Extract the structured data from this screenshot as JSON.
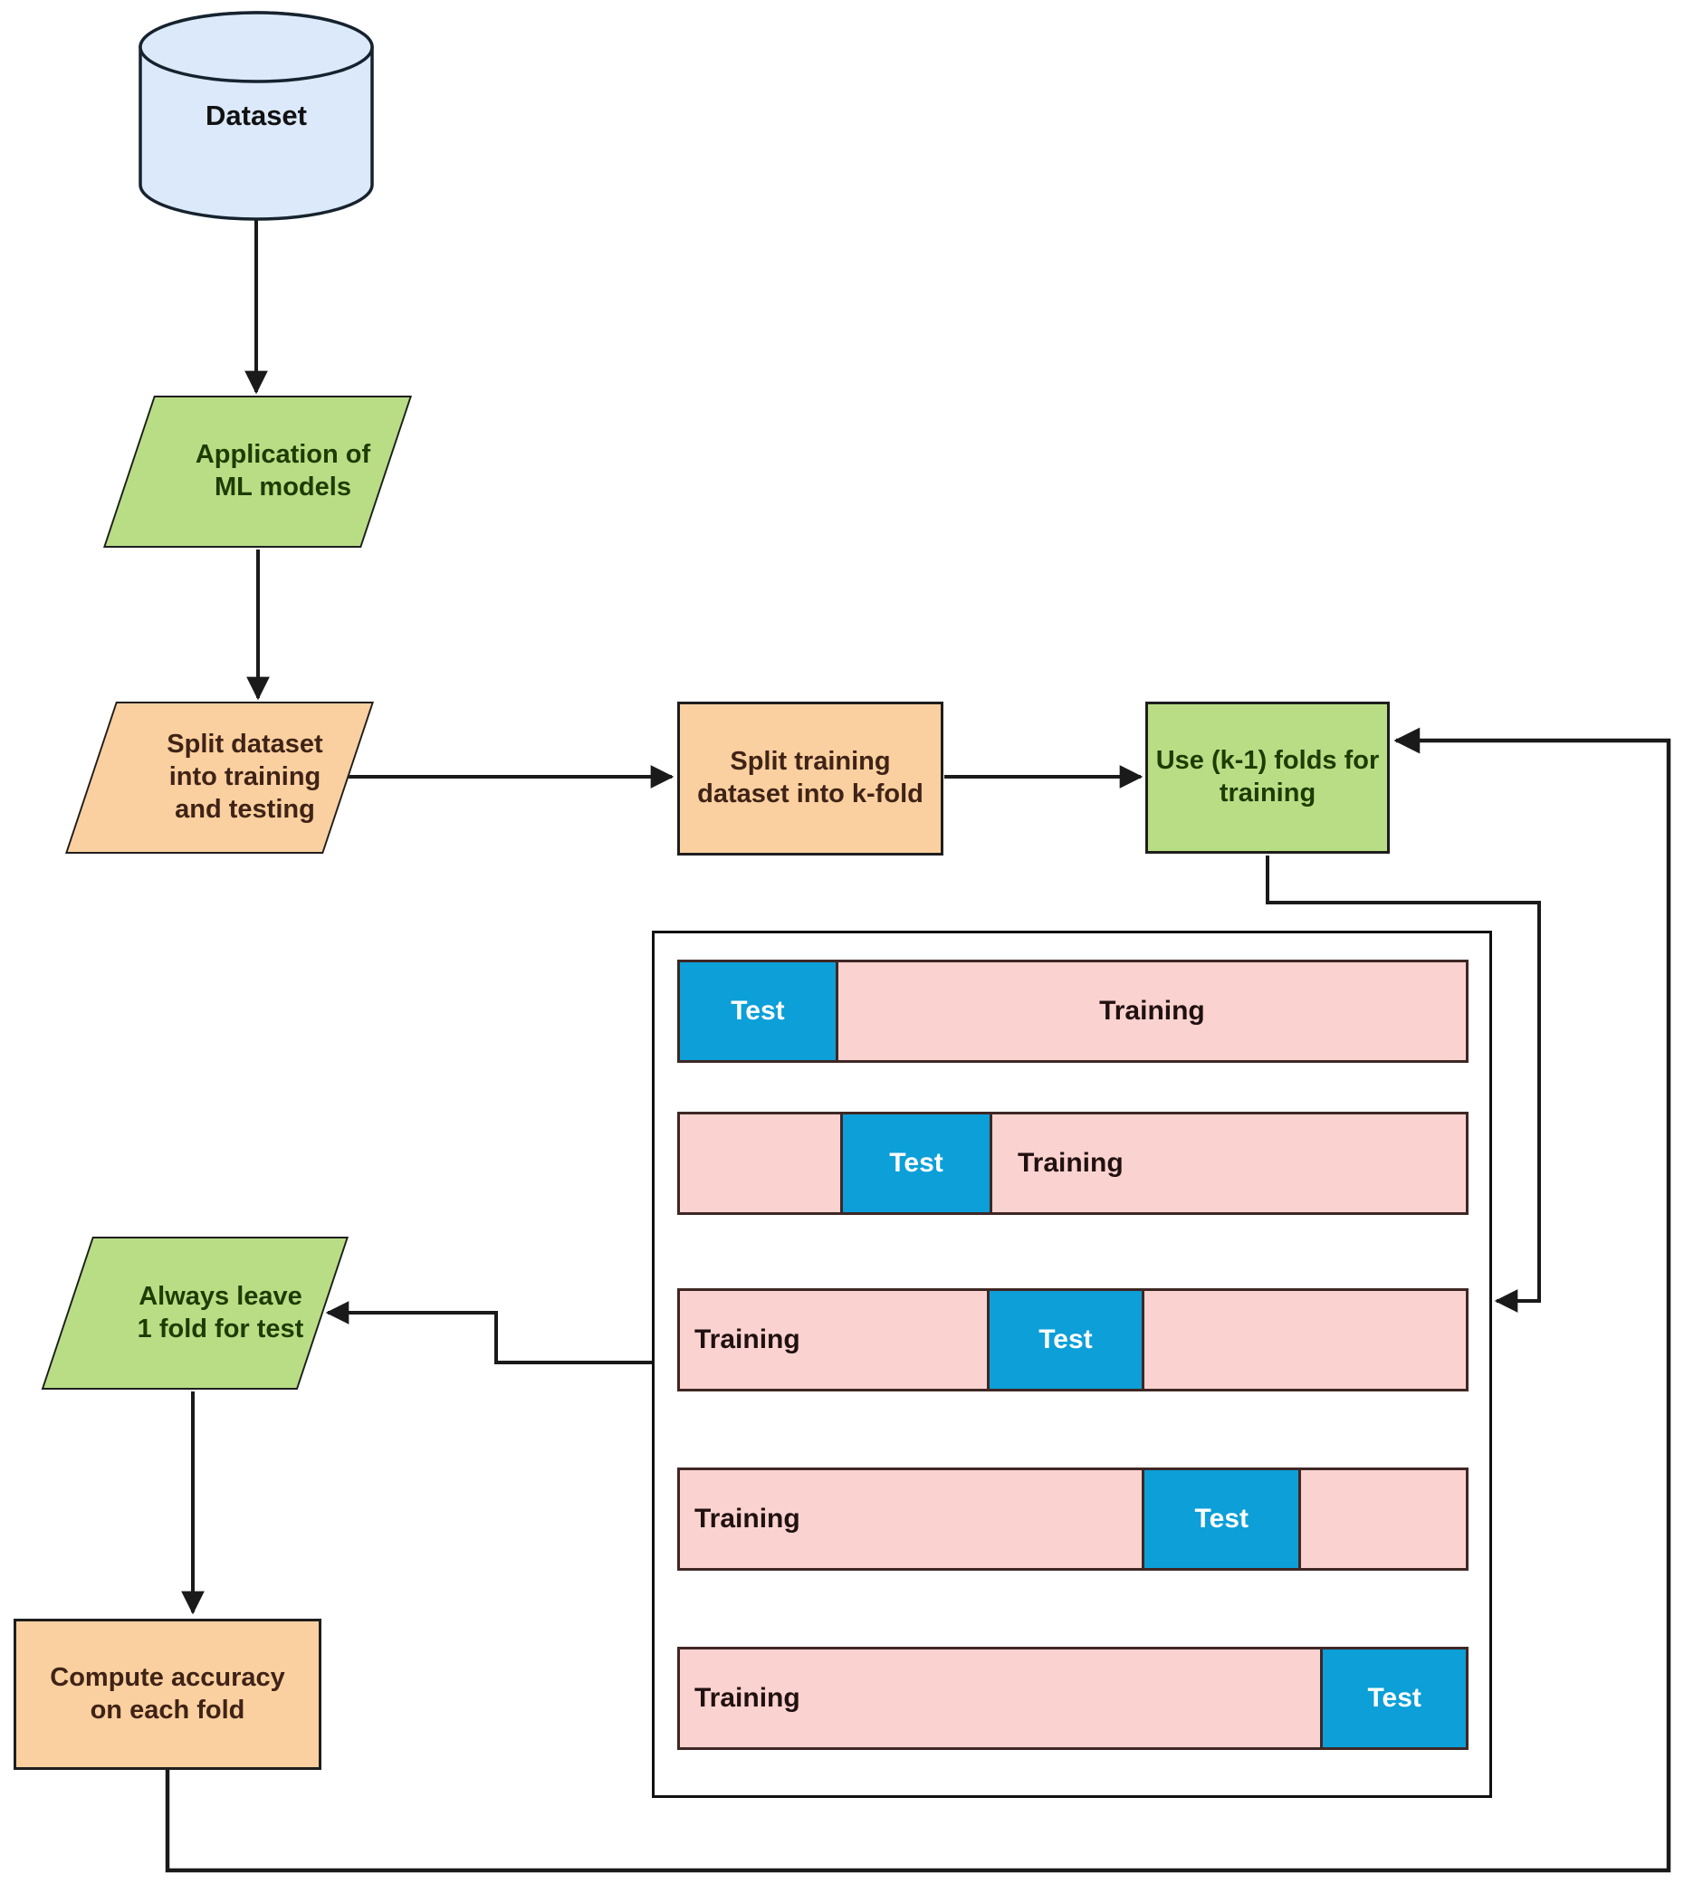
{
  "diagram": {
    "nodes": {
      "dataset": {
        "label": "Dataset",
        "shape": "cylinder",
        "fill": "#dbe9fb"
      },
      "application": {
        "label": "Application of\nML models",
        "shape": "parallelogram",
        "fill": "#b9dd85"
      },
      "split_dataset": {
        "label": "Split dataset\ninto training\nand testing",
        "shape": "parallelogram",
        "fill": "#fbd0a0"
      },
      "split_training": {
        "label": "Split training\ndataset into k-fold",
        "shape": "rectangle",
        "fill": "#fbd0a0"
      },
      "use_k_folds": {
        "label": "Use (k-1) folds for\ntraining",
        "shape": "rectangle",
        "fill": "#b9dd85"
      },
      "always_leave": {
        "label": "Always leave\n1 fold for test",
        "shape": "parallelogram",
        "fill": "#b9dd85"
      },
      "compute_accuracy": {
        "label": "Compute accuracy\non each fold",
        "shape": "rectangle",
        "fill": "#fbd0a0"
      }
    },
    "kfold_rows": [
      {
        "segments": [
          {
            "kind": "test",
            "label": "Test"
          },
          {
            "kind": "training",
            "label": "Training"
          }
        ]
      },
      {
        "segments": [
          {
            "kind": "blank",
            "label": ""
          },
          {
            "kind": "test",
            "label": "Test"
          },
          {
            "kind": "training",
            "label": "Training"
          }
        ]
      },
      {
        "segments": [
          {
            "kind": "training",
            "label": "Training"
          },
          {
            "kind": "test",
            "label": "Test"
          },
          {
            "kind": "blank",
            "label": ""
          }
        ]
      },
      {
        "segments": [
          {
            "kind": "training",
            "label": "Training"
          },
          {
            "kind": "test",
            "label": "Test"
          },
          {
            "kind": "blank",
            "label": ""
          }
        ]
      },
      {
        "segments": [
          {
            "kind": "training",
            "label": "Training"
          },
          {
            "kind": "test",
            "label": "Test"
          }
        ]
      }
    ],
    "colors": {
      "cylinder_fill": "#dbe9fb",
      "green_fill": "#b9dd85",
      "green_text": "#1d3c00",
      "orange_fill": "#fbd0a0",
      "orange_text": "#3f2316",
      "pink_fill": "#fad2d0",
      "pink_text": "#201110",
      "blue_fill": "#0c9fd8",
      "blue_text": "#ffffff",
      "line_color": "#1a1a1a"
    }
  }
}
